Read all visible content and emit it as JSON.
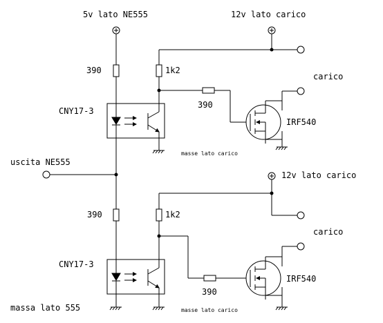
{
  "labels": {
    "supply_5v": "5v lato NE555",
    "supply_12v_top": "12v lato carico",
    "supply_12v_bottom": "12v lato carico",
    "r390_top": "390",
    "r1k2_top": "1k2",
    "r390_gate_top": "390",
    "opto_top": "CNY17-3",
    "mosfet_top": "IRF540",
    "load_top": "carico",
    "ground_note_top": "masse lato carico",
    "ne555_output": "uscita NE555",
    "r390_bottom": "390",
    "r1k2_bottom": "1k2",
    "r390_gate_bottom": "390",
    "opto_bottom": "CNY17-3",
    "mosfet_bottom": "IRF540",
    "load_bottom": "carico",
    "ground_555": "massa lato 555",
    "ground_note_bottom": "masse lato carico"
  }
}
